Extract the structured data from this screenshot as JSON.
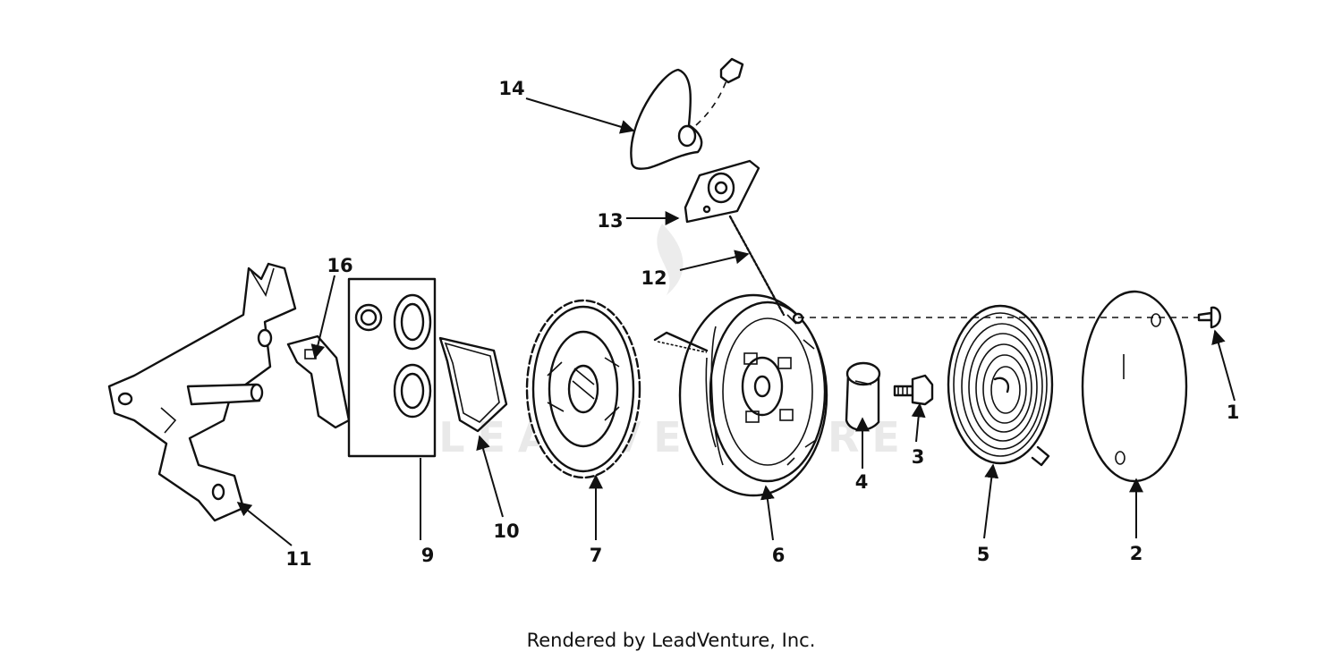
{
  "diagram": {
    "callouts": [
      "1",
      "2",
      "3",
      "4",
      "5",
      "6",
      "7",
      "9",
      "10",
      "11",
      "12",
      "13",
      "14",
      "16"
    ],
    "footer": "Rendered by LeadVenture, Inc.",
    "watermark": "LEADVENTURE",
    "colors": {
      "ink": "#111111",
      "background": "#ffffff",
      "watermark": "#e9e9e9"
    }
  }
}
